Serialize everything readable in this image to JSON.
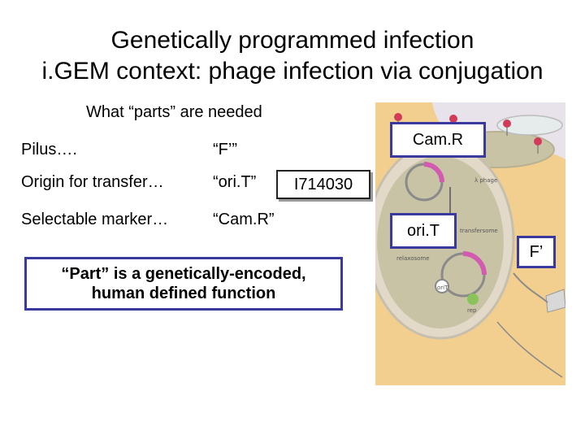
{
  "slide": {
    "title_line1": "Genetically programmed infection",
    "title_line2": "i.GEM context: phage infection via conjugation",
    "subtitle": "What “parts” are needed"
  },
  "parts": [
    {
      "label": "Pilus….",
      "name": "“F’”"
    },
    {
      "label": "Origin for transfer…",
      "name": "“ori.T”"
    },
    {
      "label": "Selectable marker…",
      "name": "“Cam.R”"
    }
  ],
  "part_id_box": "I714030",
  "definition_box": {
    "line1": "“Part” is a genetically-encoded,",
    "line2": "human defined function"
  },
  "figure": {
    "labels": {
      "camr": "Cam.R",
      "orit": "ori.T",
      "f": "F’"
    },
    "small_labels": {
      "phage": "λ phage",
      "transfersome": "transfersome",
      "relaxosome": "relaxosome",
      "orit_small": "oriT",
      "rep": "rep"
    }
  },
  "colors": {
    "box_border": "#3a3a9e",
    "figure_bg": "#f2cf8e",
    "cell_fill": "#c9c3a6",
    "plasmid": "#d25ab0",
    "phage": "#d23a5a"
  }
}
